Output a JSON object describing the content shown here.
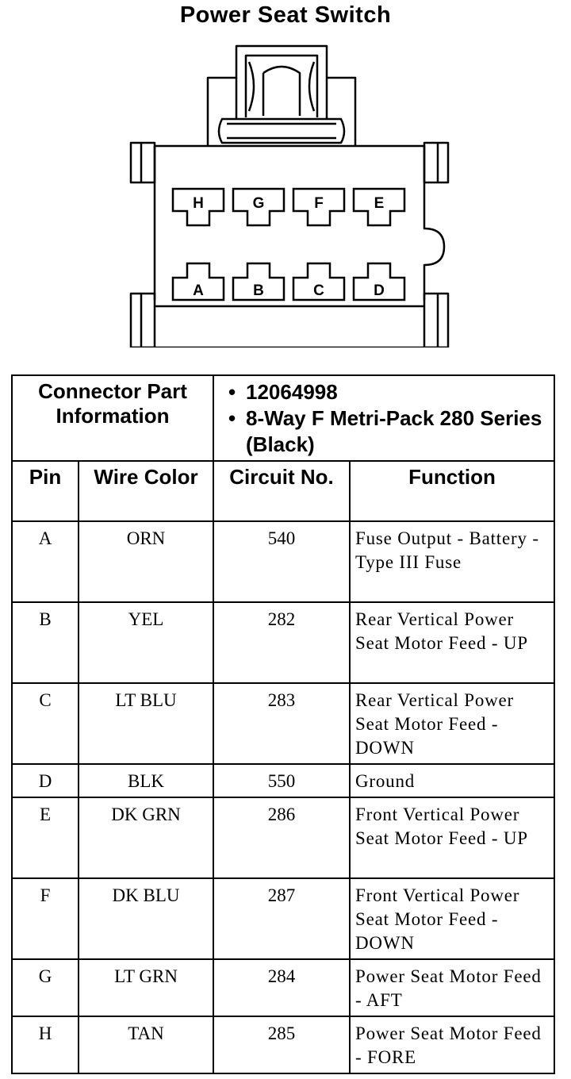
{
  "title": "Power Seat Switch",
  "connector_info": {
    "label": "Connector Part Information",
    "items": [
      "12064998",
      "8-Way F Metri-Pack 280 Series (Black)"
    ]
  },
  "columns": [
    "Pin",
    "Wire Color",
    "Circuit No.",
    "Function"
  ],
  "pins_top": [
    "H",
    "G",
    "F",
    "E"
  ],
  "pins_bottom": [
    "A",
    "B",
    "C",
    "D"
  ],
  "rows": [
    {
      "pin": "A",
      "color": "ORN",
      "circuit": "540",
      "function": "Fuse Output - Battery - Type III Fuse"
    },
    {
      "pin": "B",
      "color": "YEL",
      "circuit": "282",
      "function": "Rear Vertical Power Seat Motor Feed - UP"
    },
    {
      "pin": "C",
      "color": "LT BLU",
      "circuit": "283",
      "function": "Rear Vertical Power Seat Motor Feed - DOWN"
    },
    {
      "pin": "D",
      "color": "BLK",
      "circuit": "550",
      "function": "Ground"
    },
    {
      "pin": "E",
      "color": "DK GRN",
      "circuit": "286",
      "function": "Front Vertical Power Seat Motor Feed - UP"
    },
    {
      "pin": "F",
      "color": "DK BLU",
      "circuit": "287",
      "function": "Front Vertical Power Seat Motor Feed - DOWN"
    },
    {
      "pin": "G",
      "color": "LT GRN",
      "circuit": "284",
      "function": "Power Seat Motor Feed - AFT"
    },
    {
      "pin": "H",
      "color": "TAN",
      "circuit": "285",
      "function": "Power Seat Motor Feed - FORE"
    }
  ]
}
